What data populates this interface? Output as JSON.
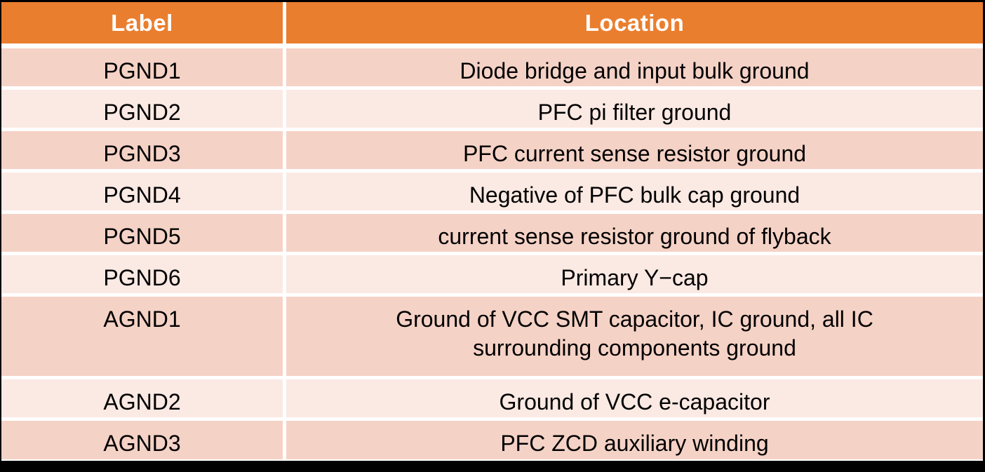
{
  "colors": {
    "frame": "#000000",
    "gap": "#ffffff",
    "header-bg": "#ea7e2f",
    "header-text": "#ffffff",
    "row-dark": "#f5d2c6",
    "row-light": "#fbe9e3",
    "body-text": "#000000"
  },
  "table": {
    "columns": [
      "Label",
      "Location"
    ],
    "rows": [
      {
        "label": "PGND1",
        "location": "Diode bridge and input bulk ground"
      },
      {
        "label": "PGND2",
        "location": "PFC pi filter ground"
      },
      {
        "label": "PGND3",
        "location": "PFC current sense resistor ground"
      },
      {
        "label": "PGND4",
        "location": "Negative of PFC bulk cap ground"
      },
      {
        "label": "PGND5",
        "location": "current sense resistor ground of flyback"
      },
      {
        "label": "PGND6",
        "location": "Primary Y−cap"
      },
      {
        "label": "AGND1",
        "location": "Ground of VCC SMT capacitor, IC ground, all IC\nsurrounding components ground"
      },
      {
        "label": "AGND2",
        "location": "Ground of VCC e-capacitor"
      },
      {
        "label": "AGND3",
        "location": "PFC ZCD auxiliary winding"
      }
    ]
  }
}
